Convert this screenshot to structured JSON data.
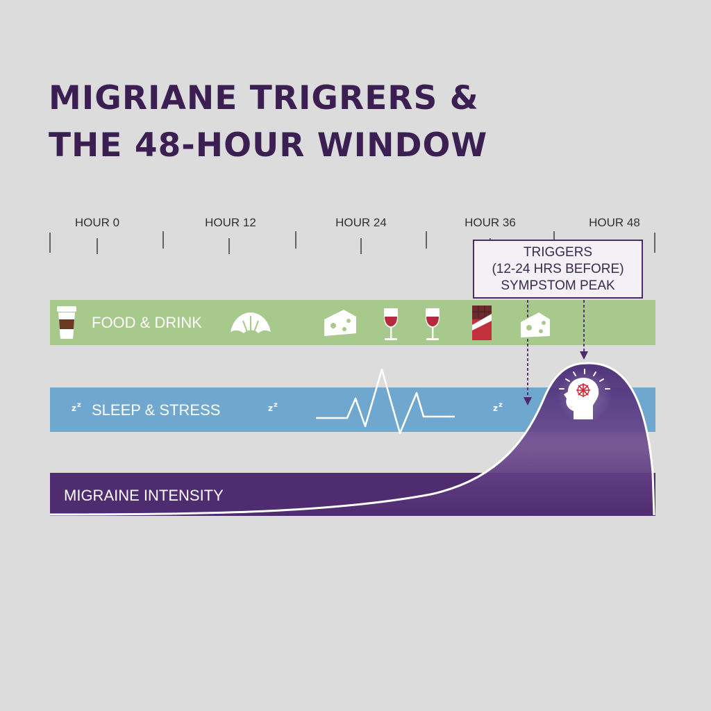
{
  "title": {
    "line1": "MIGRIANE TRIGRERS &",
    "line2": "THE 48-HOUR WINDOW"
  },
  "timeline": {
    "labels": [
      "HOUR 0",
      "HOUR 12",
      "HOUR 24",
      "HOUR 36",
      "HOUR 48"
    ]
  },
  "callout": {
    "line1": "TRIGGERS",
    "line2": "(12-24 HRS BEFORE)",
    "line3": "SYMPSTOM PEAK"
  },
  "bands": {
    "food": {
      "label": "FOOD & DRINK",
      "color": "#a8c98c",
      "icons": [
        "coffee-cup-icon",
        "croissant-icon",
        "cheese-icon",
        "red-wine-glass-icon",
        "red-wine-glass-icon",
        "chocolate-bar-icon",
        "cheese-icon"
      ]
    },
    "sleep": {
      "label": "SLEEP & STRESS",
      "color": "#6fa7cf",
      "icons": [
        "moon-zz-icon",
        "moon-zz-icon",
        "heartbeat-line-icon",
        "moon-zz-icon"
      ]
    },
    "migraine": {
      "label": "MIGRAINE INTENSITY",
      "color": "#4f2c70",
      "icons": [
        "head-pain-burst-icon"
      ]
    }
  },
  "colors": {
    "title": "#3b1f52",
    "wine": "#b52a3c",
    "chocolate": "#7b2e32",
    "coffee": "#6a3b22"
  }
}
